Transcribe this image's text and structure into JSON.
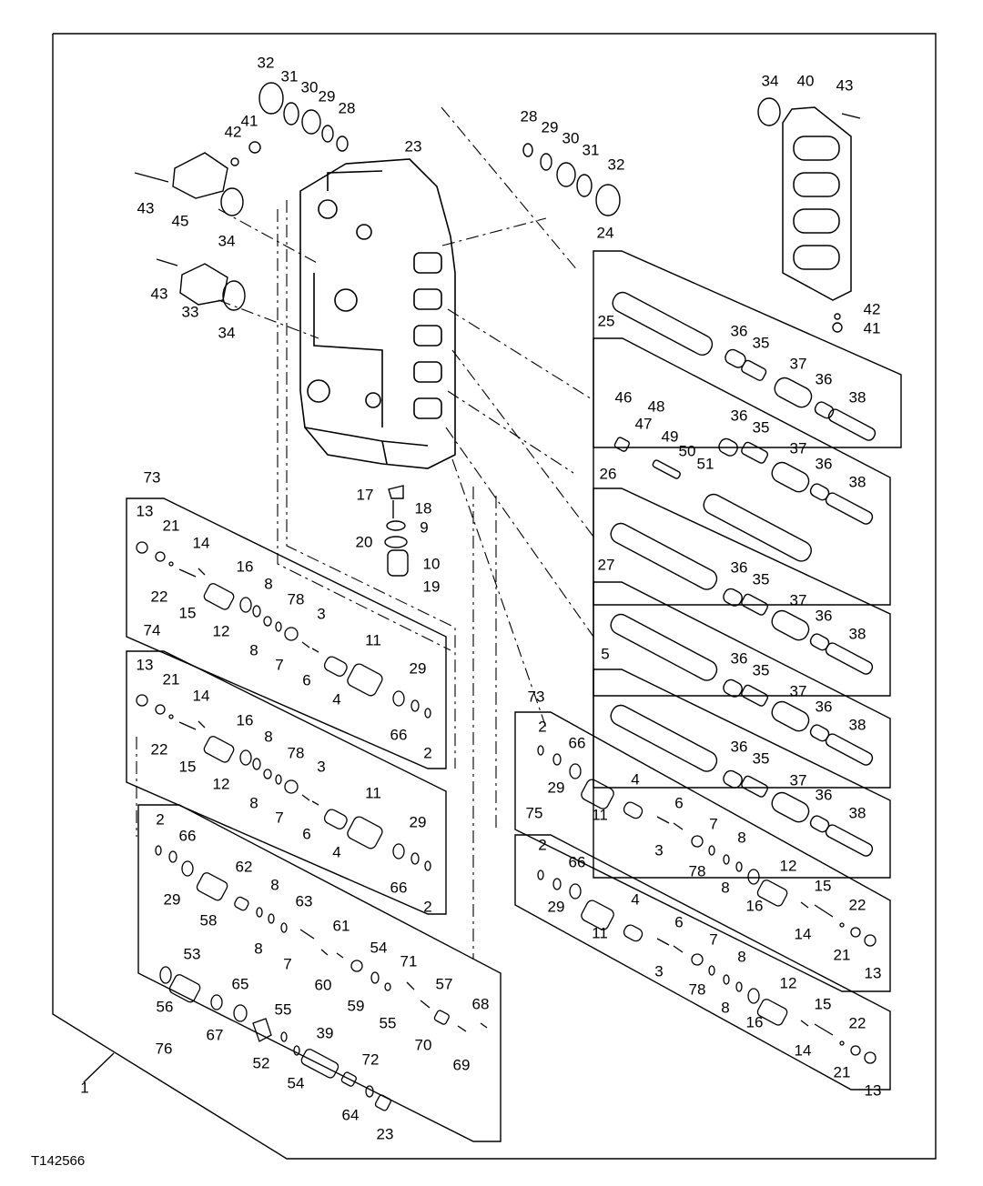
{
  "figure_id": "T142566",
  "callouts": {
    "c1": "1",
    "c2a": "2",
    "c2b": "2",
    "c2c": "2",
    "c2d": "2",
    "c2e": "2",
    "c3a": "3",
    "c3b": "3",
    "c3c": "3",
    "c3d": "3",
    "c4a": "4",
    "c4b": "4",
    "c4c": "4",
    "c4d": "4",
    "c5": "5",
    "c6a": "6",
    "c6b": "6",
    "c6c": "6",
    "c6d": "6",
    "c7a": "7",
    "c7b": "7",
    "c7c": "7",
    "c7d": "7",
    "c7e": "7",
    "c8a": "8",
    "c8b": "8",
    "c8c": "8",
    "c8d": "8",
    "c8e": "8",
    "c8f": "8",
    "c8g": "8",
    "c8h": "8",
    "c8i": "8",
    "c8j": "8",
    "c9": "9",
    "c10": "10",
    "c11a": "11",
    "c11b": "11",
    "c11c": "11",
    "c11d": "11",
    "c12a": "12",
    "c12b": "12",
    "c12c": "12",
    "c12d": "12",
    "c13a": "13",
    "c13b": "13",
    "c13c": "13",
    "c13d": "13",
    "c14a": "14",
    "c14b": "14",
    "c14c": "14",
    "c14d": "14",
    "c15a": "15",
    "c15b": "15",
    "c15c": "15",
    "c15d": "15",
    "c16a": "16",
    "c16b": "16",
    "c16c": "16",
    "c16d": "16",
    "c17": "17",
    "c18": "18",
    "c19": "19",
    "c20": "20",
    "c21a": "21",
    "c21b": "21",
    "c21c": "21",
    "c21d": "21",
    "c22a": "22",
    "c22b": "22",
    "c22c": "22",
    "c22d": "22",
    "c23a": "23",
    "c23b": "23",
    "c24": "24",
    "c25": "25",
    "c26": "26",
    "c27": "27",
    "c28a": "28",
    "c28b": "28",
    "c29a": "29",
    "c29b": "29",
    "c29c": "29",
    "c29d": "29",
    "c29e": "29",
    "c29f": "29",
    "c29g": "29",
    "c30a": "30",
    "c30b": "30",
    "c31a": "31",
    "c31b": "31",
    "c32a": "32",
    "c32b": "32",
    "c33": "33",
    "c34a": "34",
    "c34b": "34",
    "c34c": "34",
    "c35a": "35",
    "c35b": "35",
    "c35c": "35",
    "c35d": "35",
    "c35e": "35",
    "c36a": "36",
    "c36b": "36",
    "c36c": "36",
    "c36d": "36",
    "c36e": "36",
    "c36f": "36",
    "c36g": "36",
    "c36h": "36",
    "c36i": "36",
    "c36j": "36",
    "c37a": "37",
    "c37b": "37",
    "c37c": "37",
    "c37d": "37",
    "c37e": "37",
    "c38a": "38",
    "c38b": "38",
    "c38c": "38",
    "c38d": "38",
    "c38e": "38",
    "c39": "39",
    "c40": "40",
    "c41a": "41",
    "c41b": "41",
    "c42a": "42",
    "c42b": "42",
    "c43a": "43",
    "c43b": "43",
    "c43c": "43",
    "c45": "45",
    "c46": "46",
    "c47": "47",
    "c48": "48",
    "c49": "49",
    "c50": "50",
    "c51": "51",
    "c52": "52",
    "c53": "53",
    "c54a": "54",
    "c54b": "54",
    "c55a": "55",
    "c55b": "55",
    "c56": "56",
    "c57": "57",
    "c58": "58",
    "c59": "59",
    "c60": "60",
    "c61": "61",
    "c62": "62",
    "c63": "63",
    "c64": "64",
    "c65": "65",
    "c66a": "66",
    "c66b": "66",
    "c66c": "66",
    "c66d": "66",
    "c66e": "66",
    "c67": "67",
    "c68": "68",
    "c69": "69",
    "c70": "70",
    "c71": "71",
    "c72": "72",
    "c73a": "73",
    "c73b": "73",
    "c74": "74",
    "c75": "75",
    "c76": "76",
    "c78a": "78",
    "c78b": "78",
    "c78c": "78",
    "c78d": "78"
  }
}
